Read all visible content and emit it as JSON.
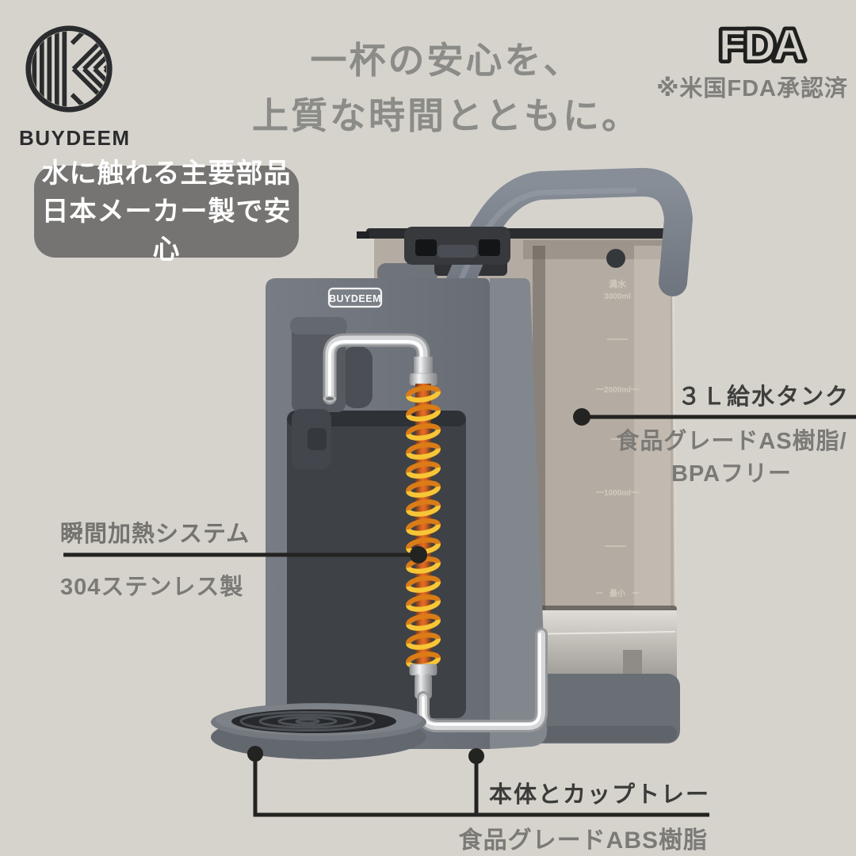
{
  "brand": {
    "wordmark": "BUYDEEM"
  },
  "heading": {
    "line1": "一杯の安心を、",
    "line2": "上質な時間とともに。"
  },
  "fda": {
    "logo_text": "FDA",
    "caption": "※米国FDA承認済"
  },
  "feature_badge": {
    "line1": "水に触れる主要部品",
    "line2": "日本メーカー製で安心"
  },
  "product": {
    "front_label": "BUYDEEM",
    "tank_scale": {
      "full_label": "満水",
      "level_3000": "3000ml",
      "level_2000": "2000ml",
      "level_1000": "1000ml",
      "min_label": "最小"
    }
  },
  "annotations": {
    "tank": {
      "title": "３Ｌ給水タンク",
      "desc_line1": "食品グレードAS樹脂/",
      "desc_line2": "BPAフリー"
    },
    "heater": {
      "title": "瞬間加熱システム",
      "desc": "304ステンレス製"
    },
    "base": {
      "title": "本体とカップトレー",
      "desc": "食品グレードABS樹脂"
    }
  },
  "colors": {
    "background": "#d6d3cd",
    "badge_bg": "#767472",
    "heading_gray": "#8b8b88",
    "annotation_dark": "#3b3b39",
    "annotation_gray": "#7b7a76",
    "connector_line": "#232321",
    "coil_yellow": "#f7c637",
    "coil_orange": "#db7c17",
    "body_gray": "#6d727a",
    "tank_beige": "#b1a99e"
  }
}
